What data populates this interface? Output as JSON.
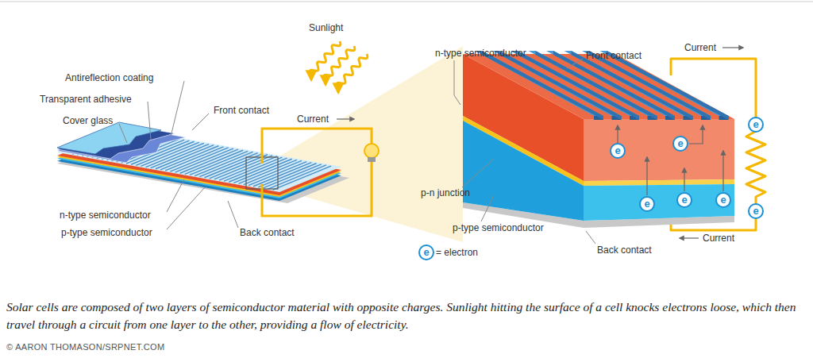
{
  "diagram": {
    "caption": "Solar cells are composed of two layers of semiconductor material with opposite charges. Sunlight hitting the surface of a cell knocks electrons loose, which then travel through a circuit from one layer to the other, providing a flow of electricity.",
    "labels": [
      "Sunlight",
      "Antireflection coating",
      "Transparent adhesive",
      "Cover glass",
      "Front contact",
      "Current",
      "n-type semiconductor",
      "p-type semiconductor",
      "Back contact",
      "n-type semiconductor",
      "Front contact",
      "Current",
      "p-n junction",
      "p-type semiconductor",
      "Back contact",
      "Current",
      "e",
      "e",
      "e",
      "e",
      "e",
      "e",
      "e",
      "e",
      "© AARON THOMASON/SRPNET.COM"
    ],
    "legend": [
      {
        "text": "= electron"
      }
    ]
  }
}
